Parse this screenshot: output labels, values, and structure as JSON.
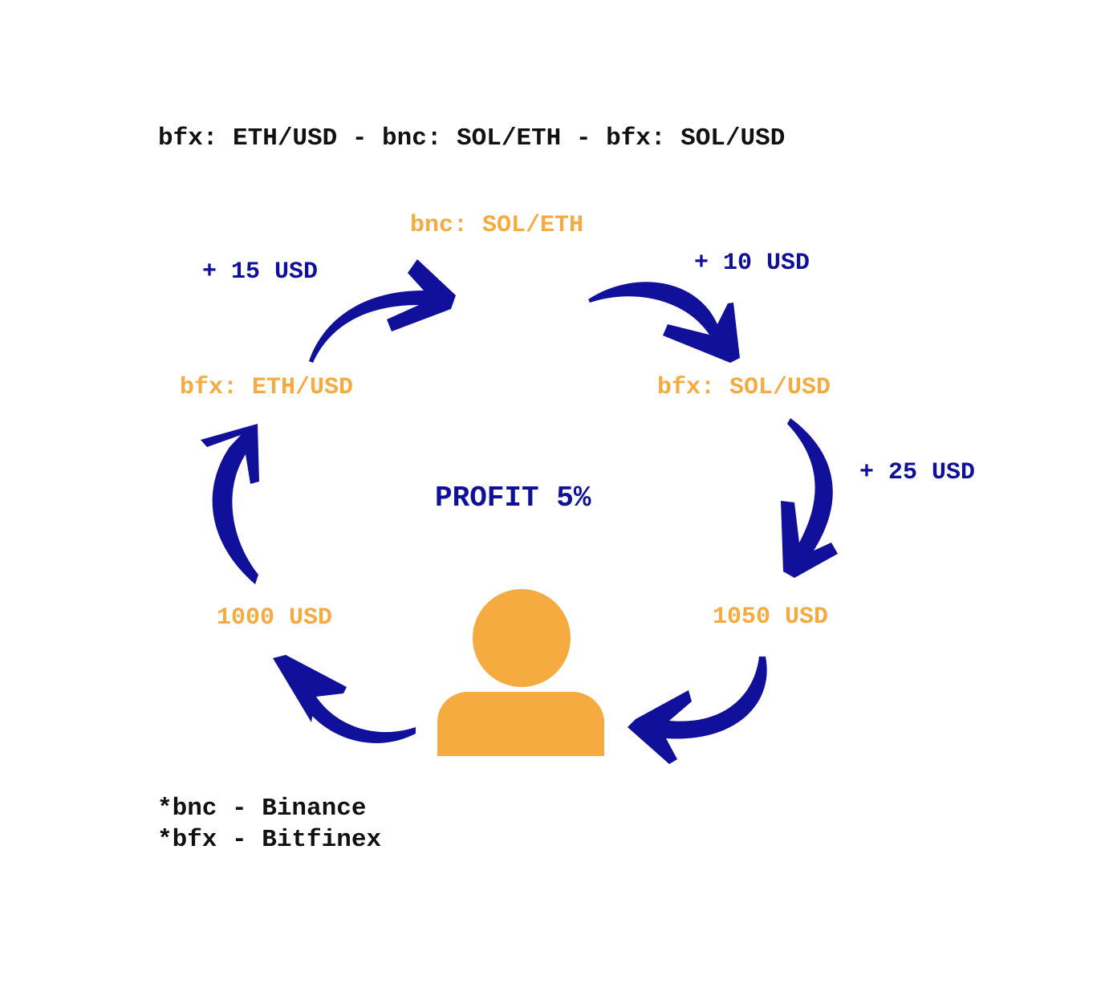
{
  "header": {
    "pair_sequence": "bfx: ETH/USD - bnc: SOL/ETH - bfx: SOL/USD"
  },
  "nodes": {
    "sol_eth": "bnc: SOL/ETH",
    "eth_usd": "bfx: ETH/USD",
    "sol_usd": "bfx: SOL/USD",
    "start_amount": "1000 USD",
    "end_amount": "1050 USD"
  },
  "gains": {
    "step1": "+ 15 USD",
    "step2": "+ 10 USD",
    "step3": "+ 25 USD"
  },
  "center": {
    "profit": "PROFIT 5%"
  },
  "legend": {
    "bnc": "*bnc - Binance",
    "bfx": "*bfx - Bitfinex"
  },
  "colors": {
    "arrow": "#10109a",
    "node_text": "#f5ab40",
    "person": "#f5ab40",
    "header_text": "#111111"
  },
  "icons": {
    "person": "user-icon",
    "arrows": "curved-arrow-icon"
  }
}
